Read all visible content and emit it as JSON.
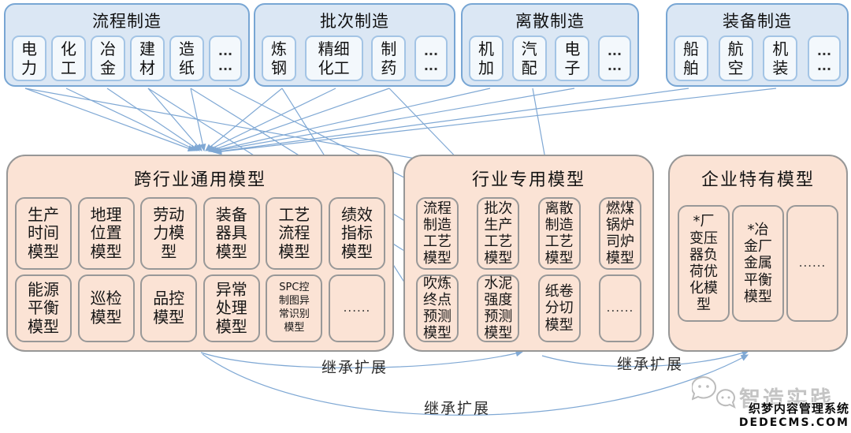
{
  "colors": {
    "category_fill": "#dbe7f4",
    "category_border": "#78a6d4",
    "category_item_border": "#a3c4e5",
    "model_fill": "#fbe3d5",
    "model_border": "#979797",
    "connector_blue": "#7fa8d4"
  },
  "top_boxes": [
    {
      "title": "流程制造",
      "items": [
        "电\n力",
        "化\n工",
        "冶\n金",
        "建\n材",
        "造\n纸",
        "...\n..."
      ]
    },
    {
      "title": "批次制造",
      "items": [
        "炼\n钢",
        "精细\n化工",
        "制\n药",
        "...\n..."
      ]
    },
    {
      "title": "离散制造",
      "items": [
        "机\n加",
        "汽\n配",
        "电\n子",
        "...\n..."
      ]
    },
    {
      "title": "装备制造",
      "items": [
        "船\n舶",
        "航\n空",
        "机\n装",
        "...\n..."
      ]
    }
  ],
  "model_boxes": [
    {
      "title": "跨行业通用模型",
      "row1": [
        "生产\n时间\n模型",
        "地理\n位置\n模型",
        "劳动\n力模\n型",
        "装备\n器具\n模型",
        "工艺\n流程\n模型",
        "绩效\n指标\n模型"
      ],
      "row2": [
        "能源\n平衡\n模型",
        "巡检\n模型",
        "品控\n模型",
        "异常\n处理\n模型",
        "SPC控\n制图异\n常识别\n模型",
        "......"
      ]
    },
    {
      "title": "行业专用模型",
      "row1": [
        "流程\n制造\n工艺\n模型",
        "批次\n生产\n工艺\n模型",
        "离散\n制造\n工艺\n模型",
        "燃煤\n锅炉\n司炉\n模型"
      ],
      "row2": [
        "吹炼\n终点\n预测\n模型",
        "水泥\n强度\n预测\n模型",
        "纸卷\n分切\n模型",
        "......"
      ]
    },
    {
      "title": "企业特有模型",
      "row1": [
        "*厂\n变压\n器负\n荷优\n化模\n型",
        "*冶\n金厂\n金属\n平衡\n模型",
        "......"
      ]
    }
  ],
  "inherit_labels": [
    "继承扩展",
    "继承扩展",
    "继承扩展"
  ],
  "branding": {
    "logo_text": "智造实践",
    "watermark_line1": "织梦内容管理系统",
    "watermark_line2": "DEDECMS.COM"
  }
}
